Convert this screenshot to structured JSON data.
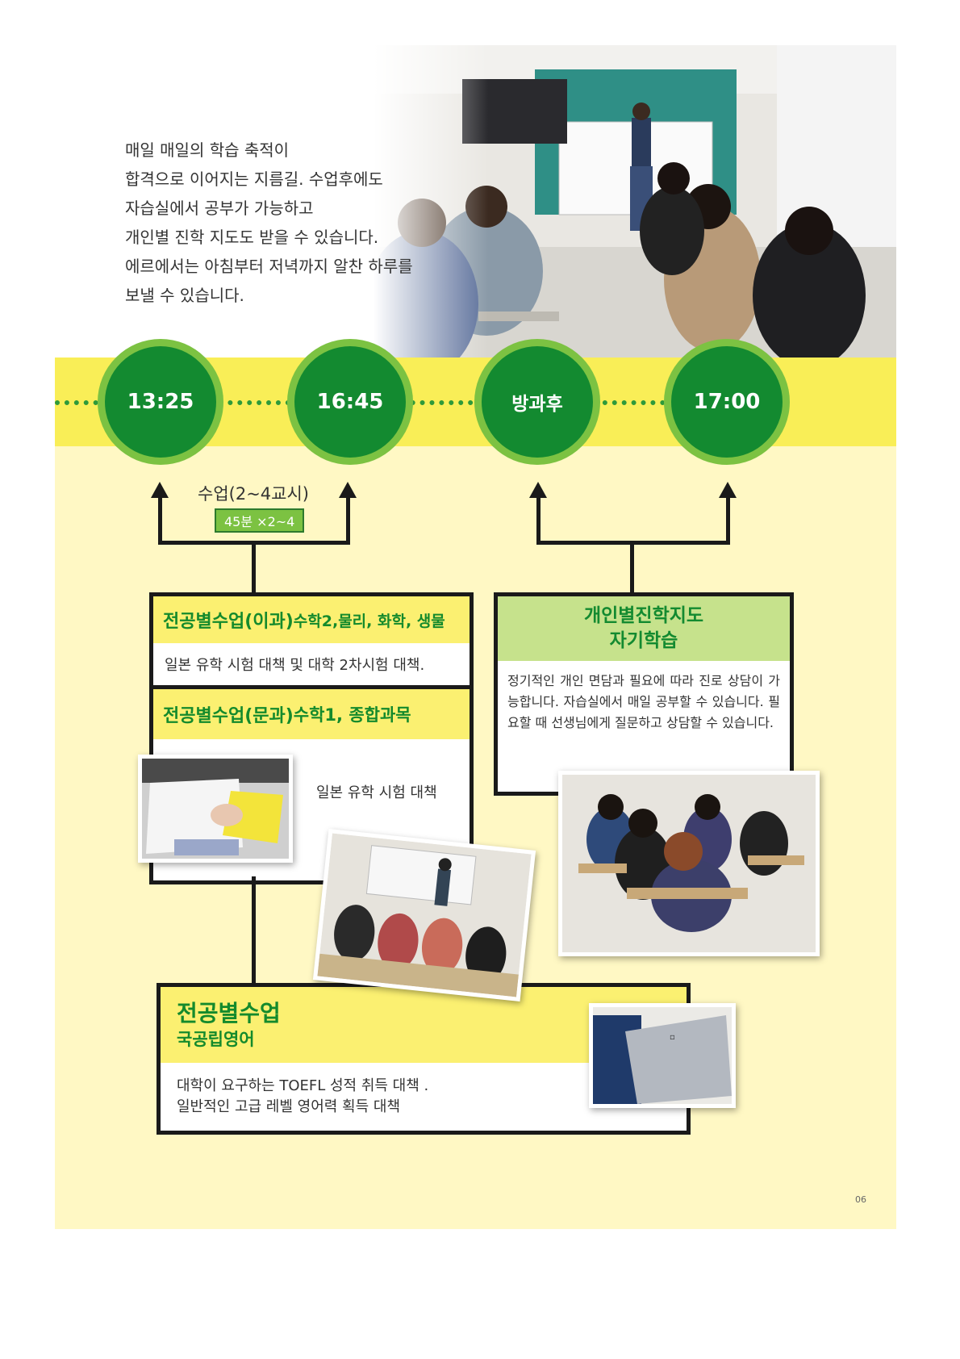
{
  "intro": {
    "lines": [
      "매일 매일의 학습 축적이",
      "합격으로 이어지는 지름길. 수업후에도",
      "자습실에서 공부가 가능하고",
      "개인별 진학 지도도 받을 수 있습니다.",
      "에르에서는 아침부터 저녁까지 알찬 하루를",
      "보낼 수 있습니다."
    ]
  },
  "timeline": {
    "times": [
      "13:25",
      "16:45",
      "방과후",
      "17:00"
    ]
  },
  "class_label": {
    "title": "수업(2~4교시)",
    "badge": "45분 ×2~4"
  },
  "box_science": {
    "title_main": "전공별수업(이과)",
    "title_sub": " 수학2,물리, 화학, 생물",
    "desc": "일본 유학 시험 대책 및 대학 2차시험 대책."
  },
  "box_liberal": {
    "title_main": "전공별수업(문과)",
    "title_sub": "   수학1, 종합과목",
    "desc": "일본 유학 시험 대책"
  },
  "box_guidance": {
    "title_line1": "개인별진학지도",
    "title_line2": "자기학습",
    "desc": "정기적인 개인 면담과 필요에 따라 진로 상담이 가능합니다. 자습실에서 매일 공부할 수 있습니다. 필요할 때 선생님에게 질문하고 상담할 수 있습니다."
  },
  "box_english": {
    "title_main": "전공별수업",
    "title_sub": "국공립영어",
    "desc_line1": "대학이 요구하는 TOEFL 성적 취득 대책 .",
    "desc_line2": "일반적인 고급 레벨 영어력 획득 대책"
  },
  "page_number": "06",
  "colors": {
    "panel": "#fff8c4",
    "band": "#f9ee57",
    "circle_outer": "#7cc242",
    "circle_inner": "#138a30",
    "heading_green": "#148a2c"
  }
}
